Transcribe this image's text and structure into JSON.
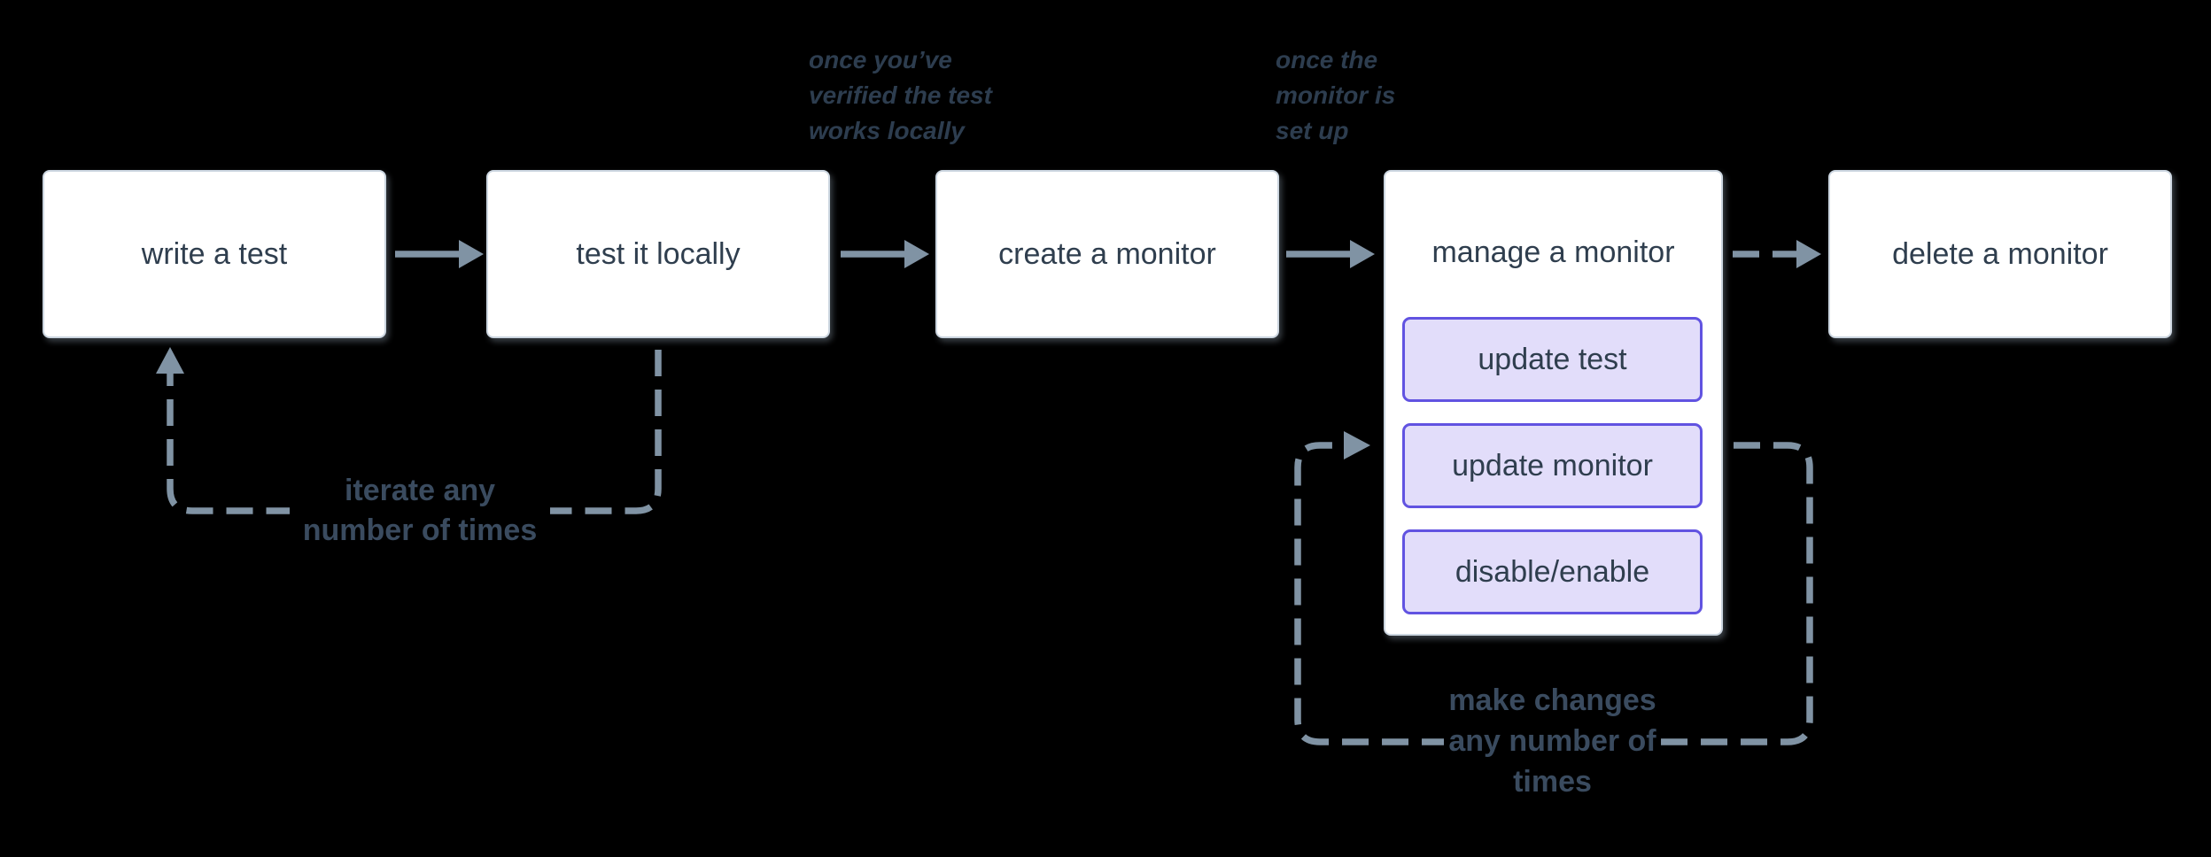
{
  "diagram": {
    "nodes": {
      "write_test": {
        "label": "write a test"
      },
      "test_locally": {
        "label": "test it locally"
      },
      "create_monitor": {
        "label": "create a monitor"
      },
      "manage_monitor": {
        "label": "manage a monitor",
        "children": {
          "update_test": {
            "label": "update test"
          },
          "update_monitor": {
            "label": "update monitor"
          },
          "disable_enable": {
            "label": "disable/enable"
          }
        }
      },
      "delete_monitor": {
        "label": "delete a monitor"
      }
    },
    "annotations": {
      "once_verified": {
        "lines": [
          "once you’ve",
          "verified the test",
          "works locally"
        ]
      },
      "once_setup": {
        "lines": [
          "once the",
          "monitor is",
          "set up"
        ]
      }
    },
    "loop_labels": {
      "iterate": {
        "lines": [
          "iterate any",
          "number of times"
        ]
      },
      "make_changes": {
        "lines": [
          "make changes",
          "any number of",
          "times"
        ]
      }
    }
  },
  "colors": {
    "background": "#000000",
    "node_fill": "#ffffff",
    "node_border": "#ccd6e0",
    "node_text": "#2f3e4e",
    "stroke": "#8093a4",
    "annotation_text": "#2d3d4f",
    "loop_label_text": "#3a4b5f",
    "accent_border": "#6153e1",
    "accent_fill": "#e2ddfa"
  }
}
